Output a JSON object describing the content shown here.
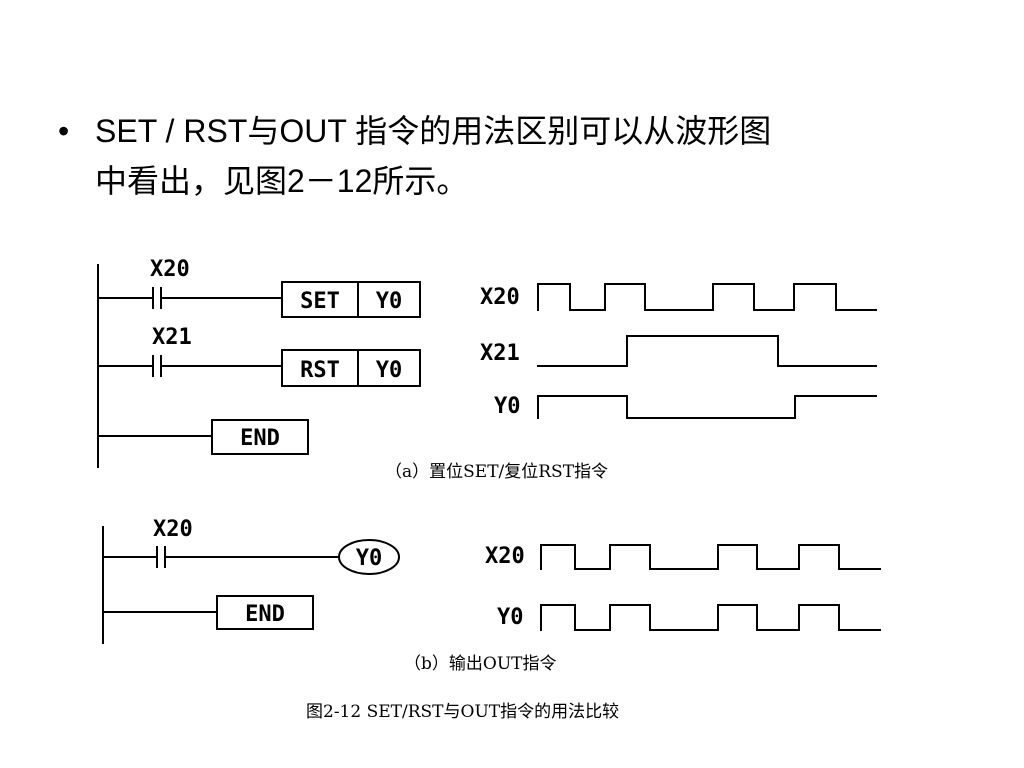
{
  "bullet": {
    "marker": "•",
    "text": "SET / RST与OUT 指令的用法区别可以从波形图\n中看出，见图2－12所示。"
  },
  "diagram_a": {
    "contact1_label": "X20",
    "contact2_label": "X21",
    "set_instruction": "SET",
    "set_operand": "Y0",
    "rst_instruction": "RST",
    "rst_operand": "Y0",
    "end_label": "END",
    "waveform_labels": [
      "X20",
      "X21",
      "Y0"
    ],
    "caption": "（a）置位SET/复位RST指令"
  },
  "diagram_b": {
    "contact_label": "X20",
    "coil_label": "Y0",
    "end_label": "END",
    "waveform_labels": [
      "X20",
      "Y0"
    ],
    "caption": "（b）输出OUT指令"
  },
  "figure_caption": "图2-12   SET/RST与OUT指令的用法比较"
}
